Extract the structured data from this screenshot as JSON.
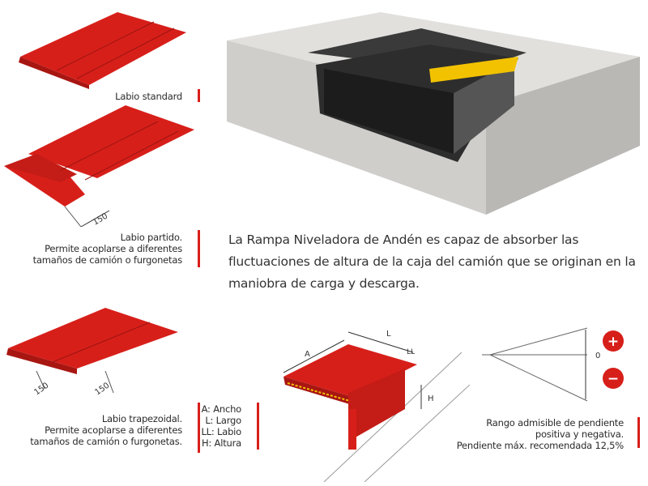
{
  "lips": {
    "standard": {
      "label": "Labio standard"
    },
    "partido": {
      "title": "Labio partido.",
      "line2": "Permite acoplarse a diferentes",
      "line3": "tamaños de camión o furgonetas",
      "dim": "150"
    },
    "trapezoidal": {
      "title": "Labio trapezoidal.",
      "line2": "Permite acoplarse a diferentes",
      "line3": "tamaños de camión o furgonetas.",
      "dim1": "150",
      "dim2": "150"
    }
  },
  "description": "La Rampa Niveladora de Andén es capaz de absorber las fluctuaciones de altura de la caja del camión que se originan en la maniobra de carga y descarga.",
  "dimensions": {
    "legend": [
      "A: Ancho",
      "L: Largo",
      "LL: Labio",
      "H: Altura"
    ],
    "labels": {
      "a": "A",
      "l": "L",
      "ll": "LL",
      "h": "H"
    }
  },
  "slope": {
    "zero": "0",
    "plus": "+",
    "minus": "−",
    "line1": "Rango admisible de pendiente",
    "line2": "positiva y negativa.",
    "line3": "Pendiente máx. recomendada 12,5%"
  },
  "colors": {
    "accent": "#d71f1a"
  }
}
